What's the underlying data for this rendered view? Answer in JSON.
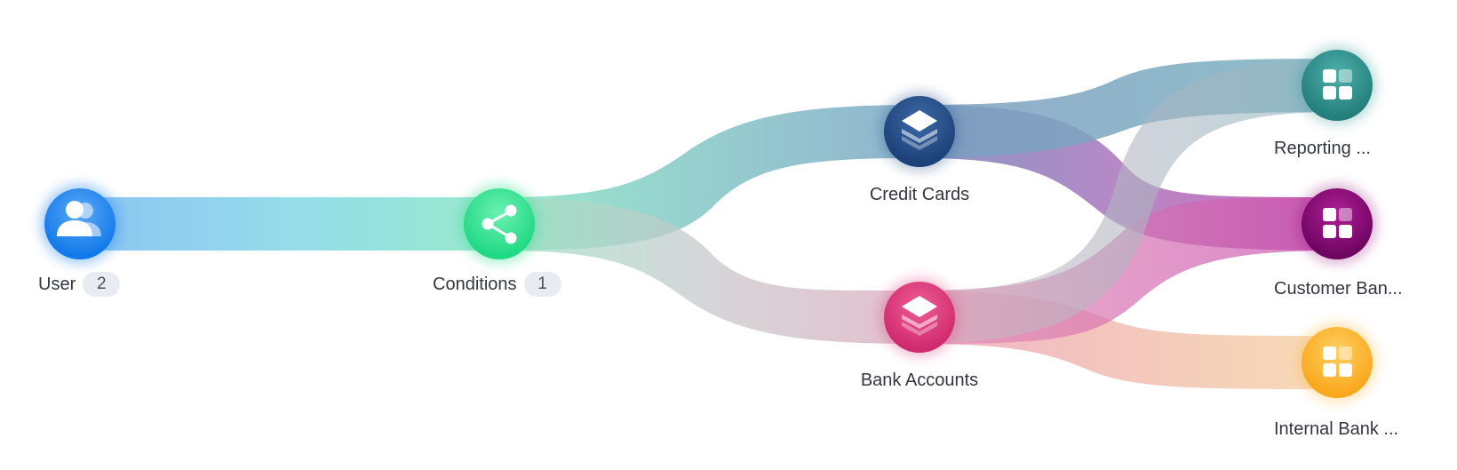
{
  "nodes": {
    "user": {
      "label": "User",
      "count": "2",
      "icon": "users-icon",
      "color": "#1a83f0"
    },
    "conditions": {
      "label": "Conditions",
      "count": "1",
      "icon": "share-icon",
      "color": "#2ee08f"
    },
    "credit_cards": {
      "label": "Credit Cards",
      "icon": "layers-icon",
      "color": "#24508a"
    },
    "bank_accounts": {
      "label": "Bank Accounts",
      "icon": "layers-icon",
      "color": "#dc3377"
    },
    "reporting": {
      "label": "Reporting ...",
      "icon": "apps-grid-icon",
      "color": "#2e9590"
    },
    "customer_ban": {
      "label": "Customer Ban...",
      "icon": "apps-grid-icon",
      "color": "#8d0b78"
    },
    "internal_bank": {
      "label": "Internal Bank ...",
      "icon": "apps-grid-icon",
      "color": "#fbb634"
    }
  },
  "links": [
    {
      "from": "user",
      "to": "conditions"
    },
    {
      "from": "conditions",
      "to": "credit_cards"
    },
    {
      "from": "conditions",
      "to": "bank_accounts"
    },
    {
      "from": "credit_cards",
      "to": "reporting"
    },
    {
      "from": "credit_cards",
      "to": "customer_ban"
    },
    {
      "from": "bank_accounts",
      "to": "reporting"
    },
    {
      "from": "bank_accounts",
      "to": "customer_ban"
    },
    {
      "from": "bank_accounts",
      "to": "internal_bank"
    }
  ]
}
